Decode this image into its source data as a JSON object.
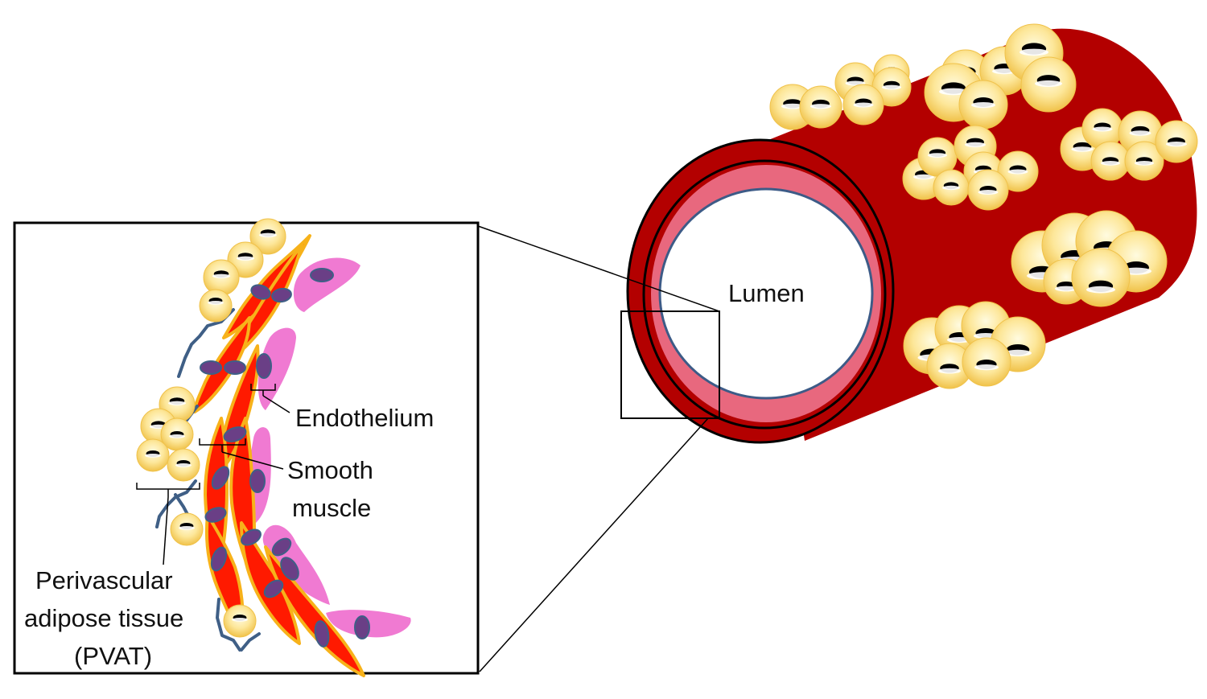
{
  "labels": {
    "lumen": "Lumen",
    "endothelium": "Endothelium",
    "smooth_muscle_line1": "Smooth",
    "smooth_muscle_line2": "muscle",
    "pvat_line1": "Perivascular",
    "pvat_line2": "adipose tissue",
    "pvat_line3": "(PVAT)"
  },
  "colors": {
    "vessel_wall": "#b30000",
    "vessel_outline": "#000000",
    "intima_band": "#e8687e",
    "lumen_fill": "#ffffff",
    "lumen_outline": "#3d5b87",
    "adipocyte_light": "#fff4c2",
    "adipocyte_dark": "#f2c74e",
    "nucleus": "#000000",
    "smooth_muscle_fill": "#ff1a00",
    "smooth_muscle_edge": "#f7b21a",
    "endothelial_cell": "#f07ad2",
    "cell_nucleus": "#6a3f86",
    "nerve_line": "#3f5f86",
    "box_outline": "#000000"
  }
}
